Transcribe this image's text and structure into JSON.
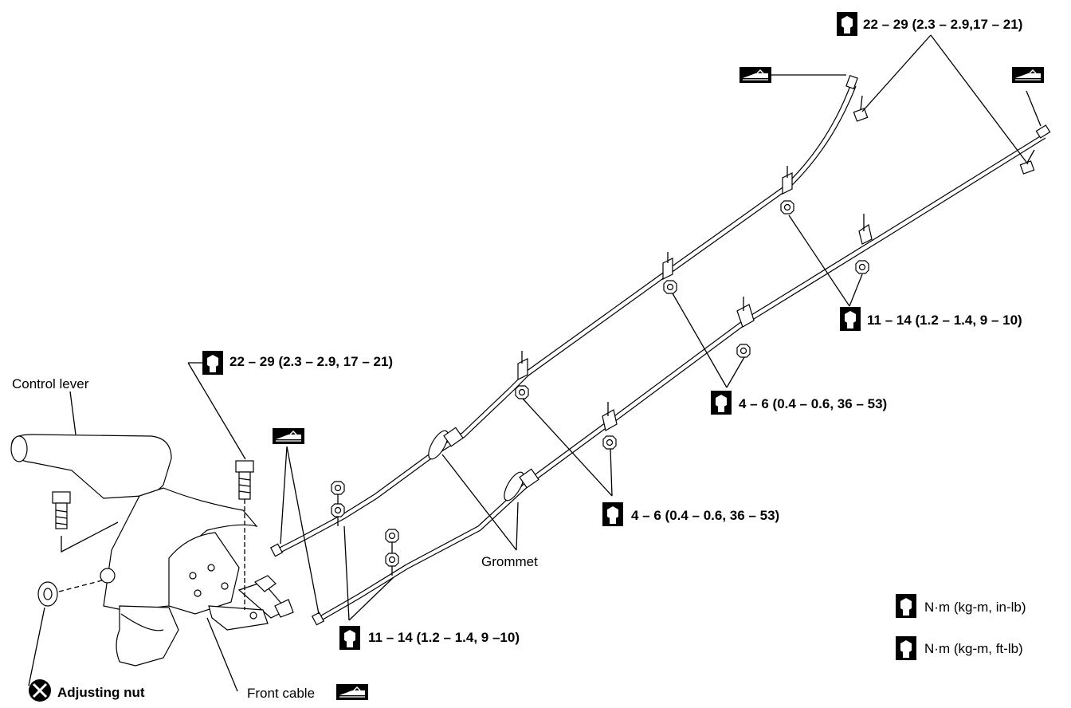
{
  "labels": {
    "control_lever": "Control lever",
    "grommet": "Grommet",
    "front_cable": "Front cable",
    "adjusting_nut": "Adjusting nut"
  },
  "torques": {
    "top_right": "22 – 29 (2.3 – 2.9,17 – 21)",
    "lever_bolt": "22 – 29 (2.3 – 2.9, 17 – 21)",
    "right_nuts": "11 – 14 (1.2 – 1.4, 9 – 10)",
    "mid_upper": "4 – 6 (0.4 – 0.6, 36 – 53)",
    "mid_lower": "4 – 6 (0.4 – 0.6, 36 – 53)",
    "front_nuts": "11 – 14 (1.2 – 1.4, 9 –10)"
  },
  "legend": {
    "nm_inlb": "N·m (kg-m, in-lb)",
    "nm_ftlb": "N·m (kg-m, ft-lb)"
  },
  "icons": [
    "torque-wrench-icon",
    "grease-icon",
    "do-not-reuse-icon",
    "bolt-icon",
    "nut-icon"
  ]
}
